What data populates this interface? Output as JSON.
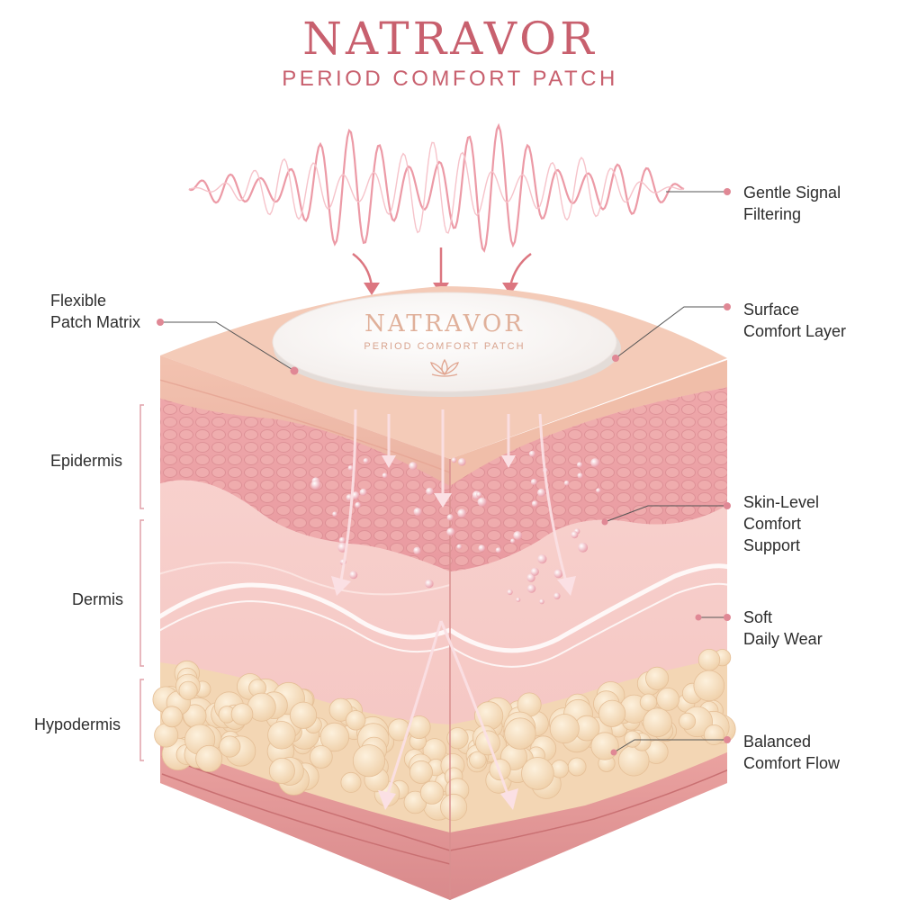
{
  "header": {
    "title": "NATRAVOR",
    "subtitle": "PERIOD COMFORT PATCH"
  },
  "patch": {
    "brand": "NATRAVOR",
    "subtitle": "PERIOD COMFORT PATCH",
    "logo_icon": "lotus-icon"
  },
  "callouts_right": [
    {
      "lines": [
        "Gentle Signal",
        "Filtering"
      ]
    },
    {
      "lines": [
        "Surface",
        "Comfort Layer"
      ]
    },
    {
      "lines": [
        "Skin-Level",
        "Comfort",
        "Support"
      ]
    },
    {
      "lines": [
        "Soft",
        "Daily Wear"
      ]
    },
    {
      "lines": [
        "Balanced",
        "Comfort Flow"
      ]
    }
  ],
  "callouts_left": [
    {
      "lines": [
        "Flexible",
        "Patch Matrix"
      ]
    }
  ],
  "layers": [
    {
      "label": "Epidermis"
    },
    {
      "label": "Dermis"
    },
    {
      "label": "Hypodermis"
    }
  ],
  "colors": {
    "accent": "#c8606e",
    "wave": "#ec9aa6",
    "skin_top": "#f3c9b6",
    "skin_mid": "#f6c4c4",
    "fat": "#f4dcbc",
    "bracket": "#e0a0a8"
  }
}
